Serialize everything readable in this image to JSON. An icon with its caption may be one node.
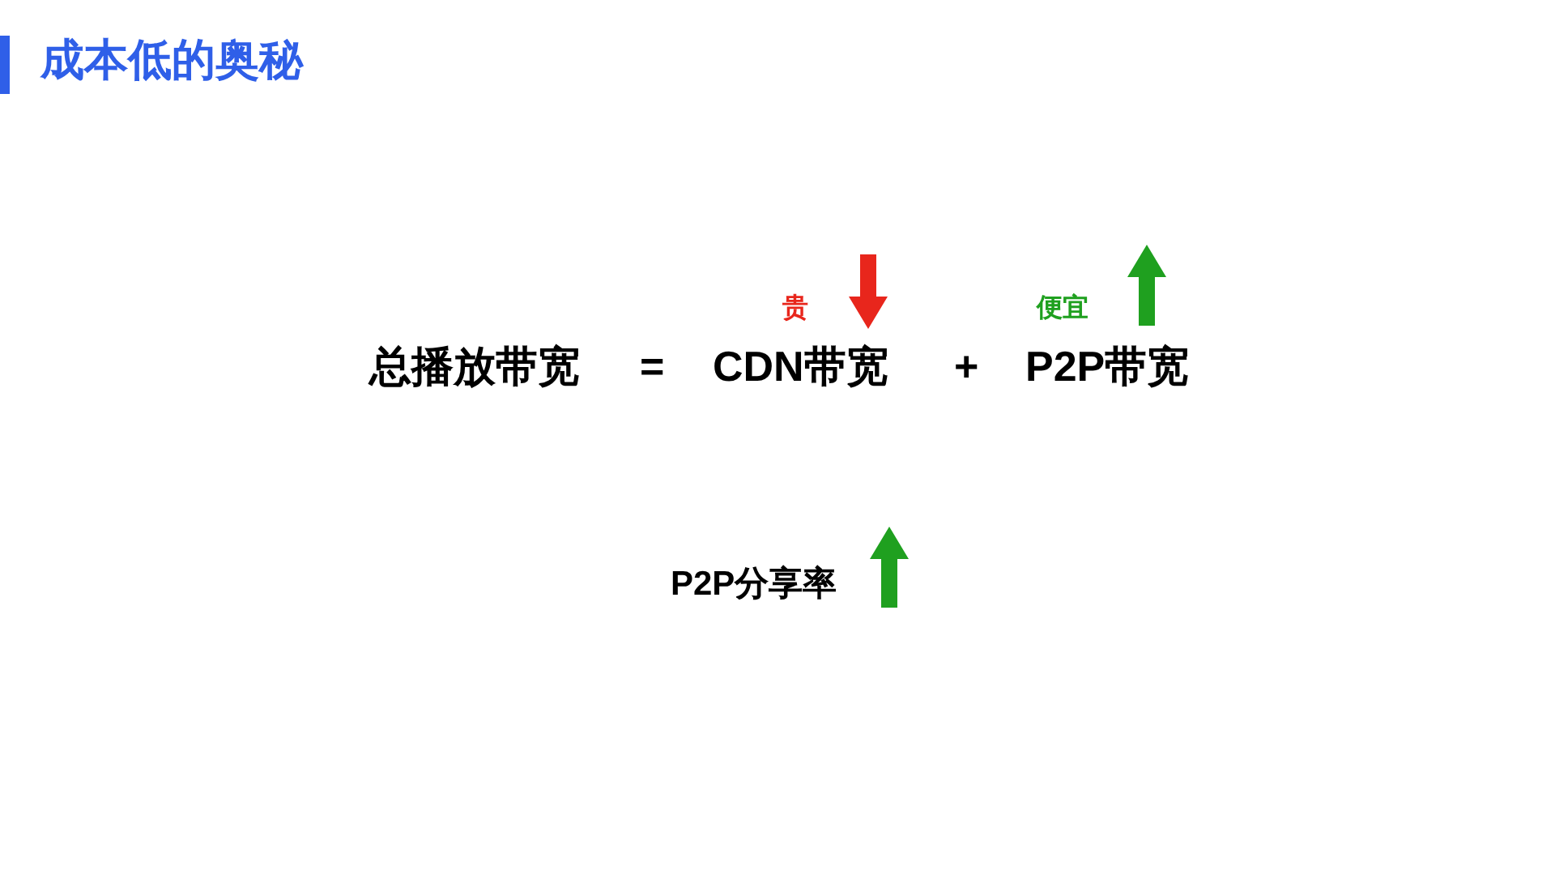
{
  "diagram": {
    "title": "成本低的奥秘",
    "labels": [
      "贵",
      "便宜",
      "总播放带宽",
      "=",
      "CDN带宽",
      "+",
      "P2P带宽",
      "P2P分享率"
    ]
  }
}
